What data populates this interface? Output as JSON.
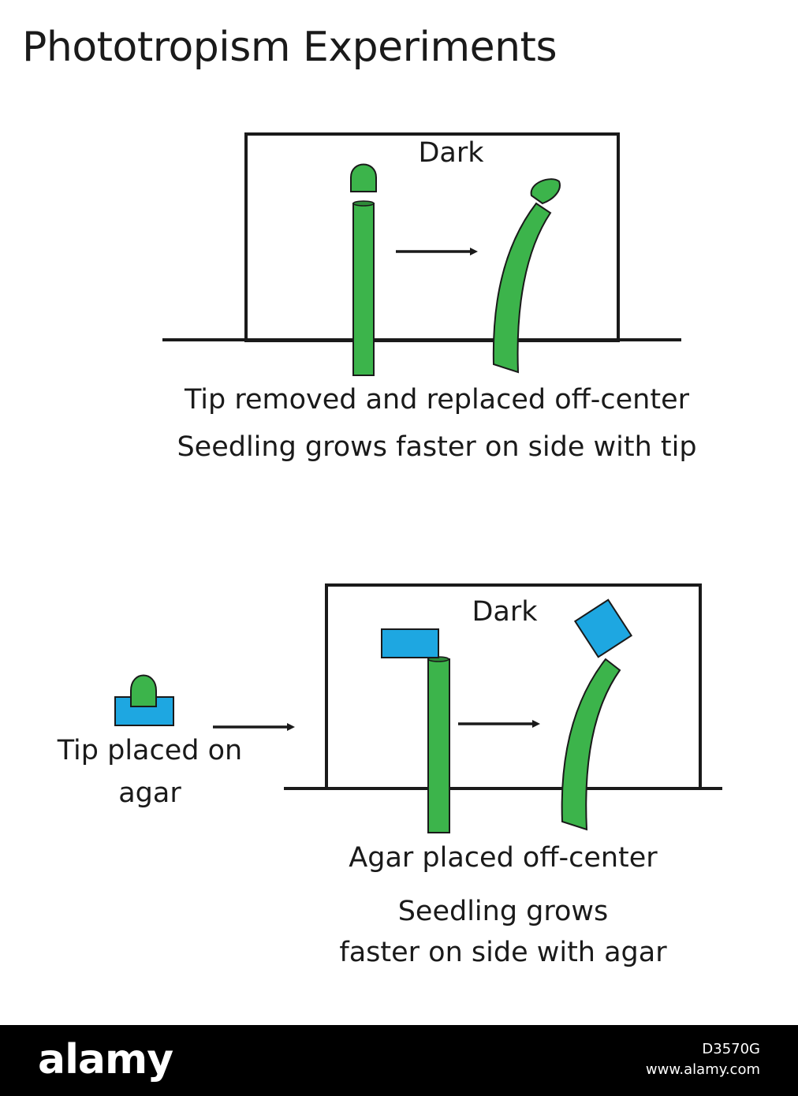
{
  "title": "Phototropism Experiments",
  "colors": {
    "seedling": "#3cb44b",
    "agar": "#1ea7e1",
    "outline": "#1a1a1a",
    "background": "#ffffff",
    "footer": "#000000"
  },
  "experiment1": {
    "box_label": "Dark",
    "caption_line1": "Tip removed and replaced off-center",
    "caption_line2": "Seedling grows faster on side with tip"
  },
  "experiment2": {
    "box_label": "Dark",
    "left_label_line1": "Tip placed on",
    "left_label_line2": "agar",
    "caption_line1": "Agar placed off-center",
    "caption_line2": "Seedling grows",
    "caption_line3": "faster on side with agar"
  },
  "footer": {
    "logo": "alamy",
    "image_id": "D3570G",
    "url": "www.alamy.com"
  }
}
